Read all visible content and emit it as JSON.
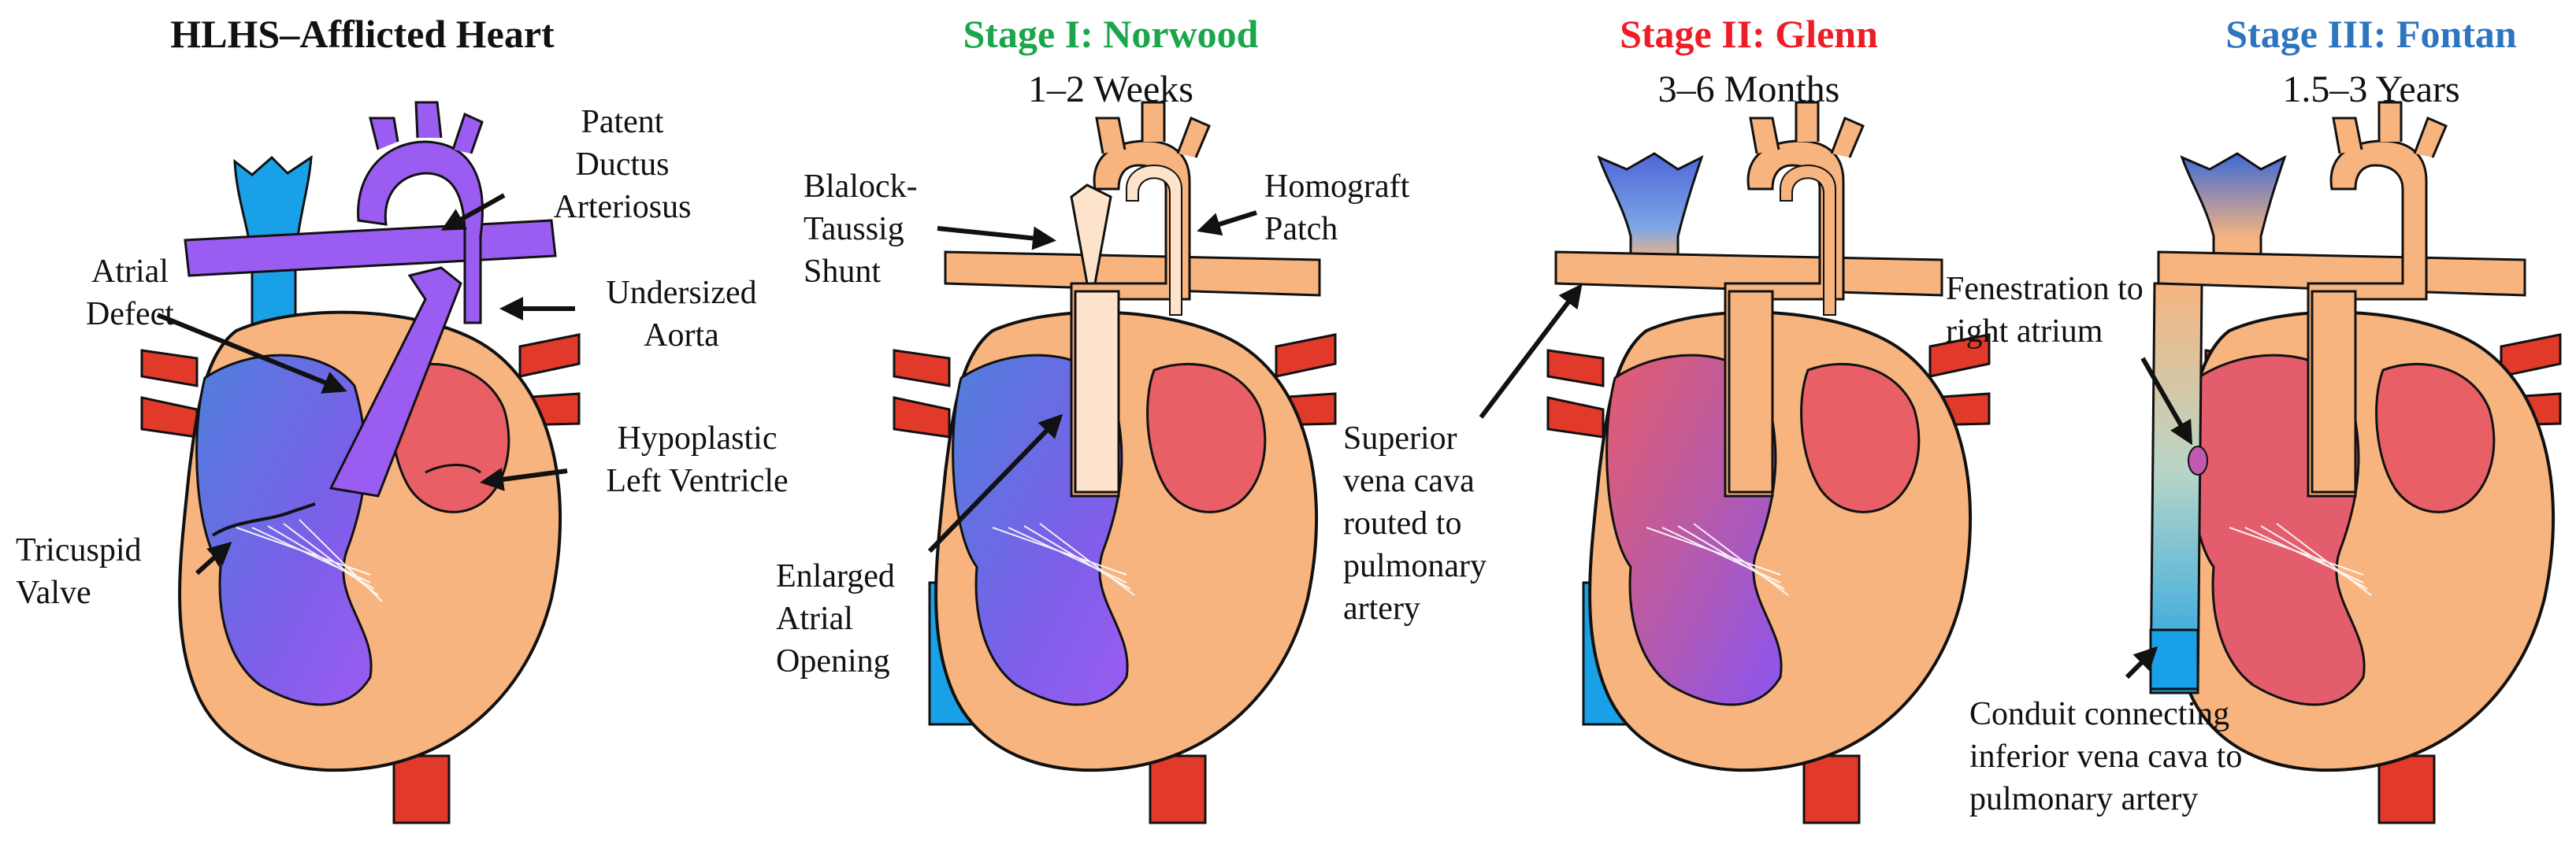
{
  "colors": {
    "heart_outline": "#111111",
    "heart_fill": "#f7b47f",
    "deoxygenated": "#8a55f0",
    "deoxygenated_blue": "#4f7fdc",
    "oxygenated": "#e85f66",
    "vena_cava": "#1aa0e6",
    "artery_red": "#e23a2a",
    "pulmonary_purple": "#9b5cf2",
    "homograft": "#f7b47f",
    "shunt": "#fde3cc",
    "stage1_title": "#1aa64a",
    "stage2_title": "#ee1c25",
    "stage3_title": "#2e75c0"
  },
  "panels": [
    {
      "title": "HLHS–Afflicted Heart",
      "subtitle": "",
      "labels": {
        "pda": [
          "Patent",
          "Ductus",
          "Arteriosus"
        ],
        "atrial_defect": [
          "Atrial",
          "Defect"
        ],
        "undersized_aorta": [
          "Undersized",
          "Aorta"
        ],
        "hypoplastic_lv": [
          "Hypoplastic",
          "Left Ventricle"
        ],
        "tricuspid": [
          "Tricuspid",
          "Valve"
        ]
      }
    },
    {
      "title": "Stage I: Norwood",
      "subtitle": "1–2 Weeks",
      "labels": {
        "bt_shunt": [
          "Blalock-",
          "Taussig",
          "Shunt"
        ],
        "homograft": [
          "Homograft",
          "Patch"
        ],
        "enlarged_atrial": [
          "Enlarged",
          "Atrial",
          "Opening"
        ]
      }
    },
    {
      "title": "Stage II: Glenn",
      "subtitle": "3–6 Months",
      "labels": {
        "svc": [
          "Superior",
          "vena cava",
          "routed to",
          "pulmonary",
          "artery"
        ]
      }
    },
    {
      "title": "Stage III: Fontan",
      "subtitle": "1.5–3 Years",
      "labels": {
        "fenestration": [
          "Fenestration to",
          "right atrium"
        ],
        "conduit": [
          "Conduit connecting",
          "inferior vena cava to",
          "pulmonary artery"
        ]
      }
    }
  ]
}
